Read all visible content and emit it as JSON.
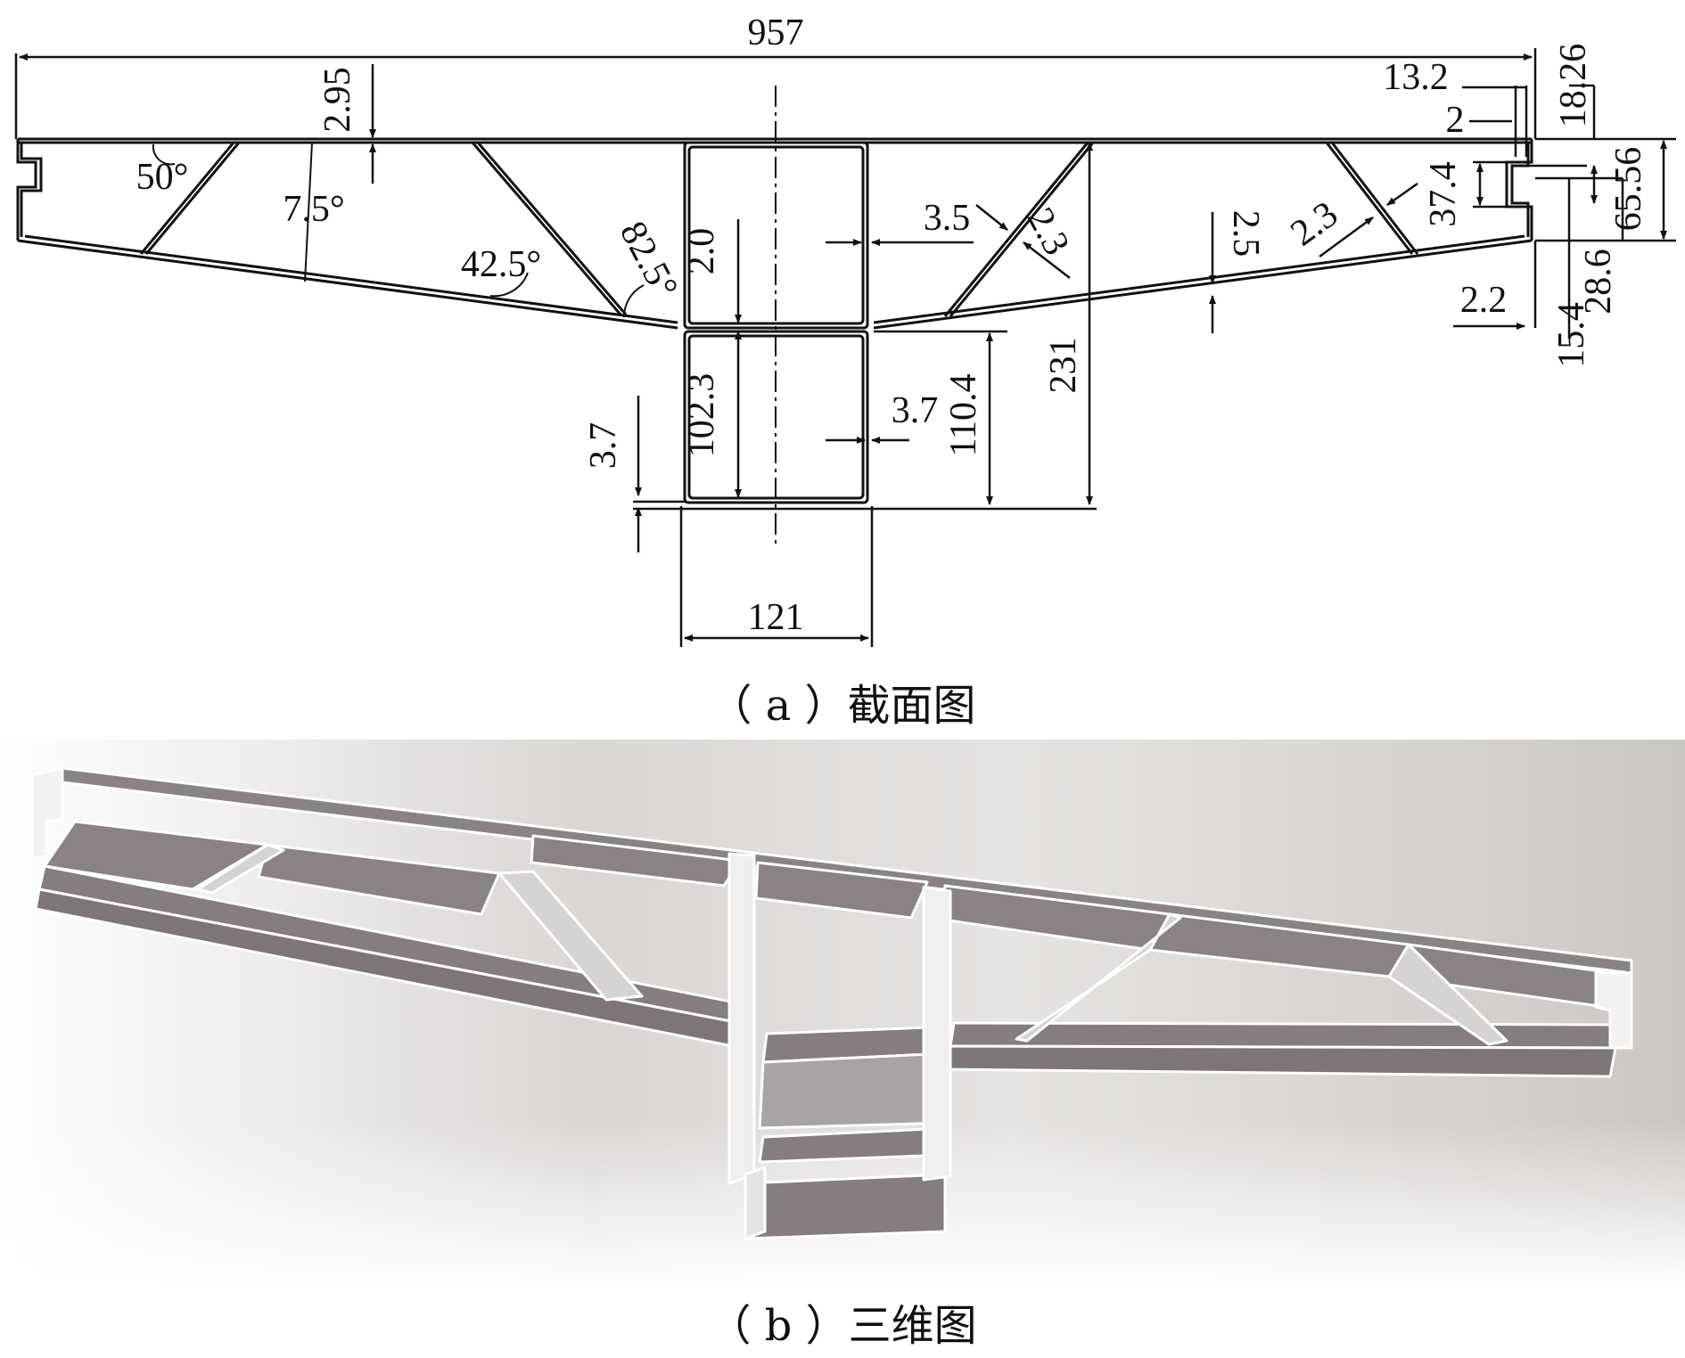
{
  "captions": {
    "a": "（ a ）截面图",
    "b": "（ b ）三维图"
  },
  "dimensions": {
    "overall_width": "957",
    "top_skin": "2.95",
    "web_thickness": "2.0",
    "bottom_box_height": "102.3",
    "bottom_wall": "3.7",
    "bottom_wall_left": "3.7",
    "box_width": "121",
    "box_right_height": "110.4",
    "total_height": "231",
    "rib_thickness_a": "3.5",
    "rib_thickness_b": "2.3",
    "skin_thickness": "2.5",
    "rib_thickness_c": "2.3",
    "edge_13_2": "13.2",
    "edge_2": "2",
    "edge_2_2": "2.2",
    "edge_18_26": "18.26",
    "edge_37_4": "37.4",
    "edge_65_56": "65.56",
    "edge_28_6": "28.6",
    "edge_15_4": "15.4"
  },
  "angles": {
    "a50": "50°",
    "a7_5": "7.5°",
    "a42_5": "42.5°",
    "a82_5": "82.5°"
  },
  "colors": {
    "line": "#111111",
    "face_dark": "#857d80",
    "face_light": "#d6d4d2",
    "edge": "#ffffff"
  }
}
